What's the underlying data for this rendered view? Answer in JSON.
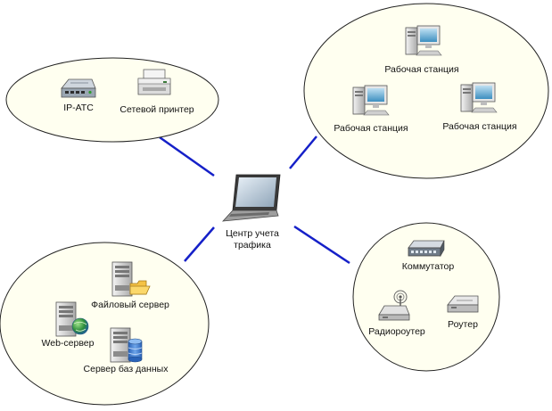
{
  "colors": {
    "link": "#1520c8",
    "group_fill": "#fffff0",
    "group_stroke": "#222222"
  },
  "center": {
    "label_line1": "Центр учета",
    "label_line2": "трафика",
    "icon": "laptop-icon"
  },
  "groups": {
    "top_left": {
      "items": [
        {
          "label": "IP-АТС",
          "icon": "pbx-icon"
        },
        {
          "label": "Сетевой принтер",
          "icon": "printer-icon"
        }
      ]
    },
    "top_right": {
      "items": [
        {
          "label": "Рабочая станция",
          "icon": "workstation-icon"
        },
        {
          "label": "Рабочая станция",
          "icon": "workstation-icon"
        },
        {
          "label": "Рабочая станция",
          "icon": "workstation-icon"
        }
      ]
    },
    "bottom_left": {
      "items": [
        {
          "label": "Файловый сервер",
          "icon": "file-server-icon"
        },
        {
          "label": "Web-сервер",
          "icon": "web-server-icon"
        },
        {
          "label": "Сервер баз данных",
          "icon": "database-server-icon"
        }
      ]
    },
    "bottom_right": {
      "items": [
        {
          "label": "Коммутатор",
          "icon": "switch-icon"
        },
        {
          "label": "Радиороутер",
          "icon": "wireless-router-icon"
        },
        {
          "label": "Роутер",
          "icon": "router-icon"
        }
      ]
    }
  }
}
